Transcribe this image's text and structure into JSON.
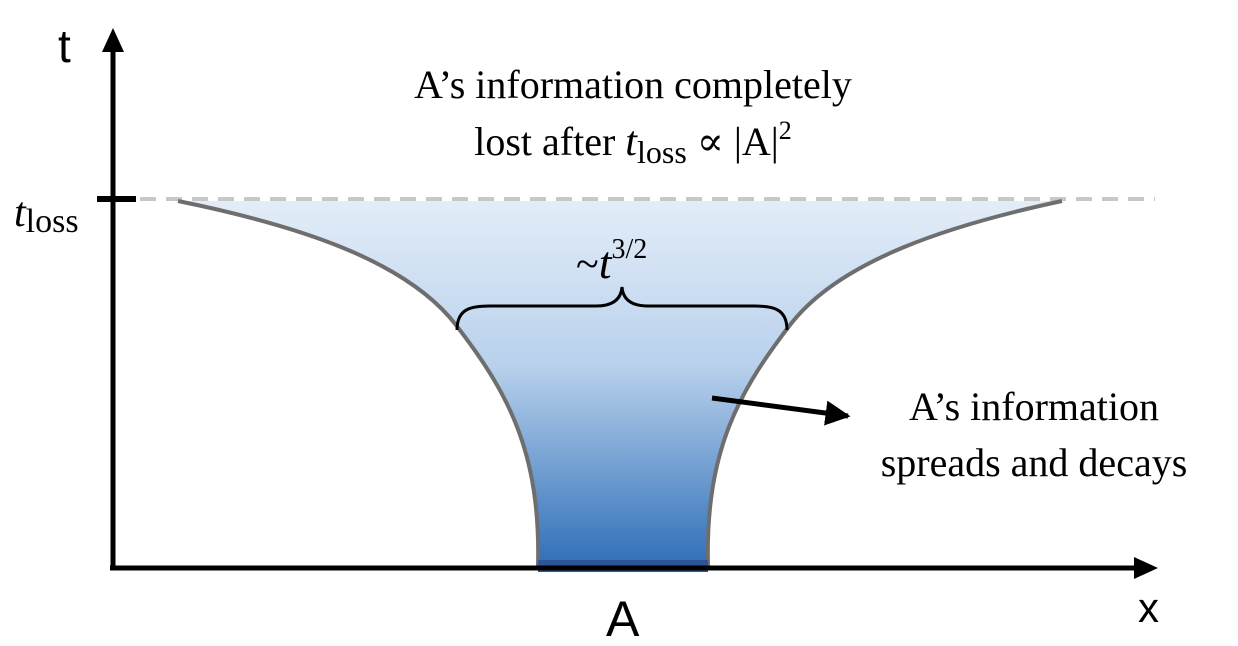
{
  "axes": {
    "t_label": "t",
    "x_label": "x",
    "region_label": "A",
    "t_loss_symbol": "t",
    "t_loss_subscript": "loss"
  },
  "annotations": {
    "top_line1": "A’s information completely",
    "top_line2_prefix": "lost after ",
    "top_line2_symbol": "t",
    "top_line2_subscript": "loss",
    "top_line2_suffix": " ∝ |A|",
    "top_line2_exponent": "2",
    "width_prefix": "~",
    "width_symbol": "t",
    "width_exponent": "3/2",
    "right_line1": "A’s information",
    "right_line2": "spreads and decays"
  },
  "colors": {
    "axis": "#000000",
    "boundary": "#6e6e6e",
    "dashed": "#c8c8c8",
    "fill_top": "#e3edf8",
    "fill_bottom": "#2f6fb8",
    "region_bar": "#2f5597"
  }
}
